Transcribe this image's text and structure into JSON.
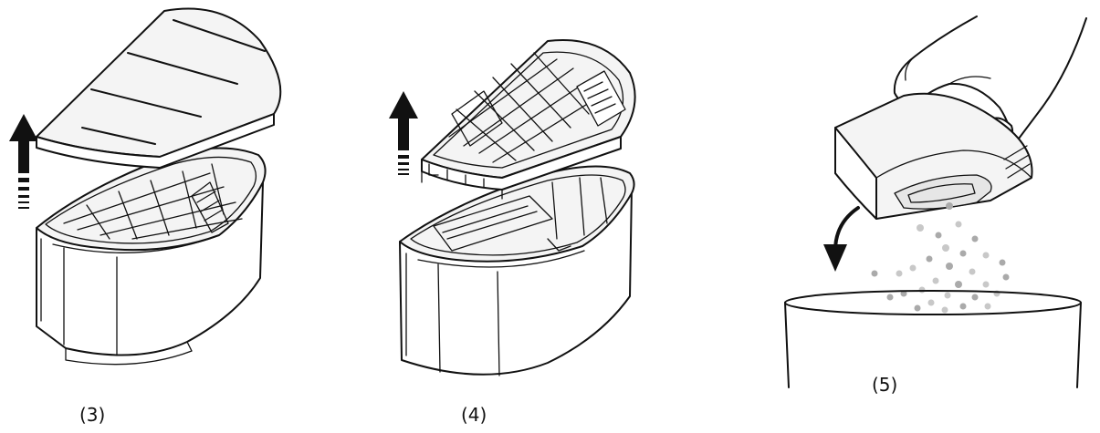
{
  "steps": [
    {
      "label": "(3)",
      "icon": "lift-cover-arrow-icon"
    },
    {
      "label": "(4)",
      "icon": "lift-grid-tray-arrow-icon"
    },
    {
      "label": "(5)",
      "icon": "empty-into-bin-arrow-icon"
    }
  ],
  "colors": {
    "stroke": "#111111",
    "background": "#ffffff",
    "particles": "#aaaaaa"
  }
}
